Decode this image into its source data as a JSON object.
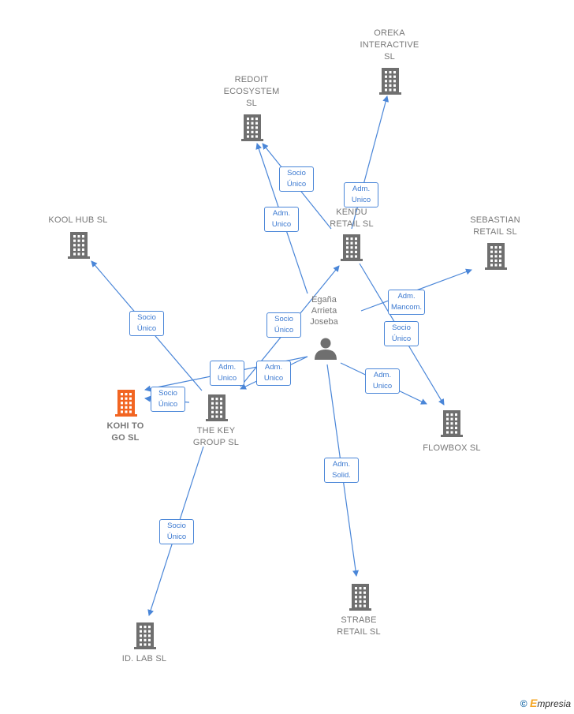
{
  "nodes": [
    {
      "id": "oreka",
      "label": "OREKA\nINTERACTIVE\nSL",
      "type": "company"
    },
    {
      "id": "redoit",
      "label": "REDOIT\nECOSYSTEM\nSL",
      "type": "company"
    },
    {
      "id": "kendu",
      "label": "KENDU\nRETAIL  SL",
      "type": "company"
    },
    {
      "id": "koolhub",
      "label": "KOOL HUB  SL",
      "type": "company"
    },
    {
      "id": "sebastian",
      "label": "SEBASTIAN\nRETAIL  SL",
      "type": "company"
    },
    {
      "id": "kohi",
      "label": "KOHI TO\nGO  SL",
      "type": "focus"
    },
    {
      "id": "thekey",
      "label": "THE KEY\nGROUP  SL",
      "type": "company"
    },
    {
      "id": "flowbox",
      "label": "FLOWBOX  SL",
      "type": "company"
    },
    {
      "id": "strabe",
      "label": "STRABE\nRETAIL  SL",
      "type": "company"
    },
    {
      "id": "idlab",
      "label": "ID.  LAB  SL",
      "type": "company"
    },
    {
      "id": "person",
      "label": "Egaña\nArrieta\nJoseba",
      "type": "person"
    }
  ],
  "edges": [
    {
      "from": "kendu",
      "to": "oreka",
      "label": "Adm.\nUnico"
    },
    {
      "from": "kendu",
      "to": "redoit",
      "label": "Socio\nÚnico"
    },
    {
      "from": "person",
      "to": "redoit",
      "label": "Adm.\nUnico"
    },
    {
      "from": "thekey",
      "to": "kendu",
      "label": "Socio\nÚnico"
    },
    {
      "from": "person",
      "to": "sebastian",
      "label": "Adm.\nMancom."
    },
    {
      "from": "kendu",
      "to": "flowbox",
      "label": "Socio\nÚnico"
    },
    {
      "from": "person",
      "to": "flowbox",
      "label": "Adm.\nUnico"
    },
    {
      "from": "thekey",
      "to": "koolhub",
      "label": "Socio\nÚnico"
    },
    {
      "from": "person",
      "to": "kohi",
      "label": "Adm.\nUnico"
    },
    {
      "from": "thekey",
      "to": "kohi",
      "label": "Socio\nÚnico"
    },
    {
      "from": "person",
      "to": "thekey",
      "label": "Adm.\nUnico"
    },
    {
      "from": "person",
      "to": "strabe",
      "label": "Adm.\nSolid."
    },
    {
      "from": "thekey",
      "to": "idlab",
      "label": "Socio\nÚnico"
    }
  ],
  "colors": {
    "edge": "#4a86d8",
    "company": "#6f6f6f",
    "focus": "#f26522",
    "edge_text": "#3a78d0"
  },
  "brand": {
    "symbol": "©",
    "name": "mpresia",
    "initial": "E"
  }
}
